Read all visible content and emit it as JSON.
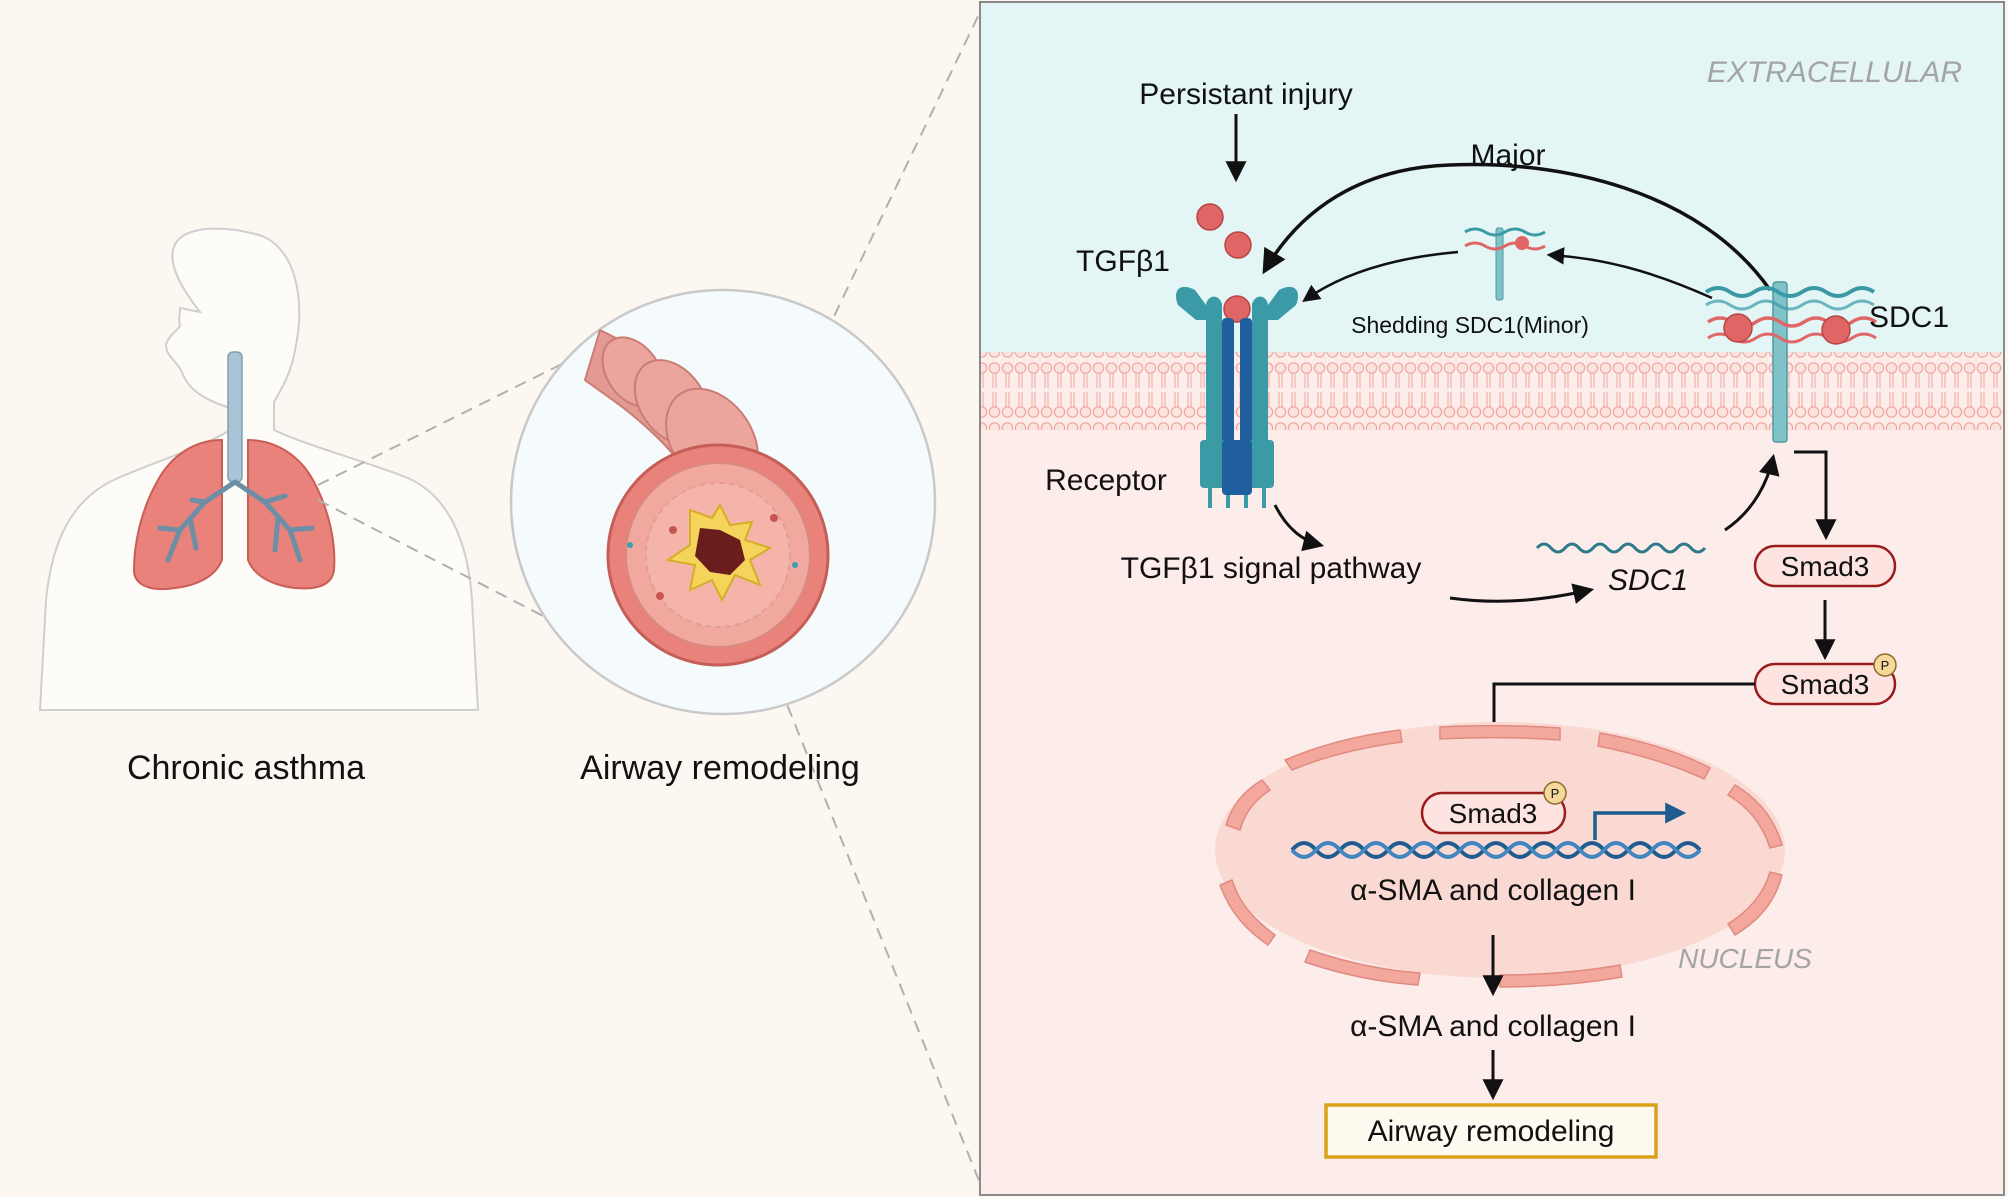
{
  "left": {
    "caption_asthma": "Chronic asthma",
    "caption_remodeling": "Airway remodeling"
  },
  "panel": {
    "extracellular": "EXTRACELLULAR",
    "nucleus": "NUCLEUS",
    "persistant_injury": "Persistant injury",
    "major": "Major",
    "tgfb1": "TGFβ1",
    "sdc1": "SDC1",
    "shedding": "Shedding SDC1(Minor)",
    "receptor": "Receptor",
    "signal_pathway": "TGFβ1 signal pathway",
    "sdc1_gene": "SDC1",
    "smad3": "Smad3",
    "smad3_p1": "Smad3",
    "smad3_p2": "Smad3",
    "phospho": "P",
    "genes_nucleus": "α-SMA and collagen I",
    "genes_cyto": "α-SMA and collagen I",
    "outcome": "Airway remodeling"
  },
  "colors": {
    "extracellular_bg": "#e3f5f5",
    "intracellular_bg": "#fcecea",
    "membrane": "#f4b8b0",
    "ligand": "#e06666",
    "receptor_teal": "#3a9aa6",
    "receptor_blue": "#1f5f9e",
    "smad_border": "#9b1c1c",
    "smad_fill": "#fde4e0",
    "outcome_border": "#d9a21b",
    "dna": "#1d5c8f"
  }
}
